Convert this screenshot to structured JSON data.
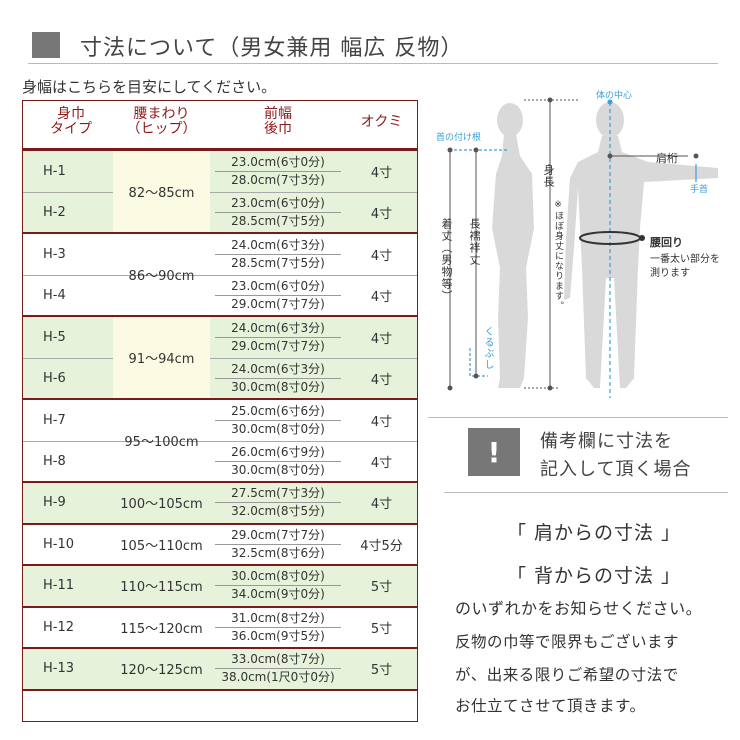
{
  "header": {
    "title": "寸法について（男女兼用 幅広 反物）"
  },
  "intro": "身幅はこちらを目安にしてください。",
  "table": {
    "headers": {
      "size_1": "身巾",
      "size_2": "タイプ",
      "hip_1": "腰まわり",
      "hip_2": "（ヒップ）",
      "width_1": "前幅",
      "width_2": "後巾",
      "okumi": "オクミ"
    },
    "rows": [
      {
        "type": "H-1",
        "front": "23.0cm(6寸0分)",
        "back": "28.0cm(7寸3分)",
        "okumi": "4寸"
      },
      {
        "type": "H-2",
        "front": "23.0cm(6寸0分)",
        "back": "28.5cm(7寸5分)",
        "okumi": "4寸"
      },
      {
        "type": "H-3",
        "front": "24.0cm(6寸3分)",
        "back": "28.5cm(7寸5分)",
        "okumi": "4寸"
      },
      {
        "type": "H-4",
        "front": "23.0cm(6寸0分)",
        "back": "29.0cm(7寸7分)",
        "okumi": "4寸"
      },
      {
        "type": "H-5",
        "front": "24.0cm(6寸3分)",
        "back": "29.0cm(7寸7分)",
        "okumi": "4寸"
      },
      {
        "type": "H-6",
        "front": "24.0cm(6寸3分)",
        "back": "30.0cm(8寸0分)",
        "okumi": "4寸"
      },
      {
        "type": "H-7",
        "front": "25.0cm(6寸6分)",
        "back": "30.0cm(8寸0分)",
        "okumi": "4寸"
      },
      {
        "type": "H-8",
        "front": "26.0cm(6寸9分)",
        "back": "30.0cm(8寸0分)",
        "okumi": "4寸"
      },
      {
        "type": "H-9",
        "hip": "100〜105cm",
        "front": "27.5cm(7寸3分)",
        "back": "32.0cm(8寸5分)",
        "okumi": "4寸"
      },
      {
        "type": "H-10",
        "hip": "105〜110cm",
        "front": "29.0cm(7寸7分)",
        "back": "32.5cm(8寸6分)",
        "okumi": "4寸5分"
      },
      {
        "type": "H-11",
        "hip": "110〜115cm",
        "front": "30.0cm(8寸0分)",
        "back": "34.0cm(9寸0分)",
        "okumi": "5寸"
      },
      {
        "type": "H-12",
        "hip": "115〜120cm",
        "front": "31.0cm(8寸2分)",
        "back": "36.0cm(9寸5分)",
        "okumi": "5寸"
      },
      {
        "type": "H-13",
        "hip": "120〜125cm",
        "front": "33.0cm(8寸7分)",
        "back": "38.0cm(1尺0寸0分)",
        "okumi": "5寸"
      }
    ],
    "hip_groups": [
      "82〜85cm",
      "86〜90cm",
      "91〜94cm",
      "95〜100cm"
    ]
  },
  "figure": {
    "body_center": "体の中心",
    "neck_base": "首の付け根",
    "kitake": "着丈（男物等）",
    "nagajuban": "長襦袢丈",
    "shincho": "身長",
    "shincho_note": "※ほぼ身丈になります。",
    "kurubushi": "くるぶし",
    "katayuki": "肩桁",
    "tekubi": "手首",
    "koshimawari": "腰回り",
    "koshi_note_1": "一番太い部分を",
    "koshi_note_2": "測ります"
  },
  "note": {
    "icon": "!",
    "line1": "備考欄に寸法を",
    "line2": "記入して頂く場合"
  },
  "options": {
    "shoulder": "「 肩からの寸法 」",
    "back": "「 背からの寸法 」"
  },
  "notice": {
    "line1": "のいずれかをお知らせください。",
    "line2": "反物の巾等で限界もございます",
    "line3": "が、出来る限りご希望の寸法で",
    "line4": "お仕立てさせて頂きます。"
  }
}
